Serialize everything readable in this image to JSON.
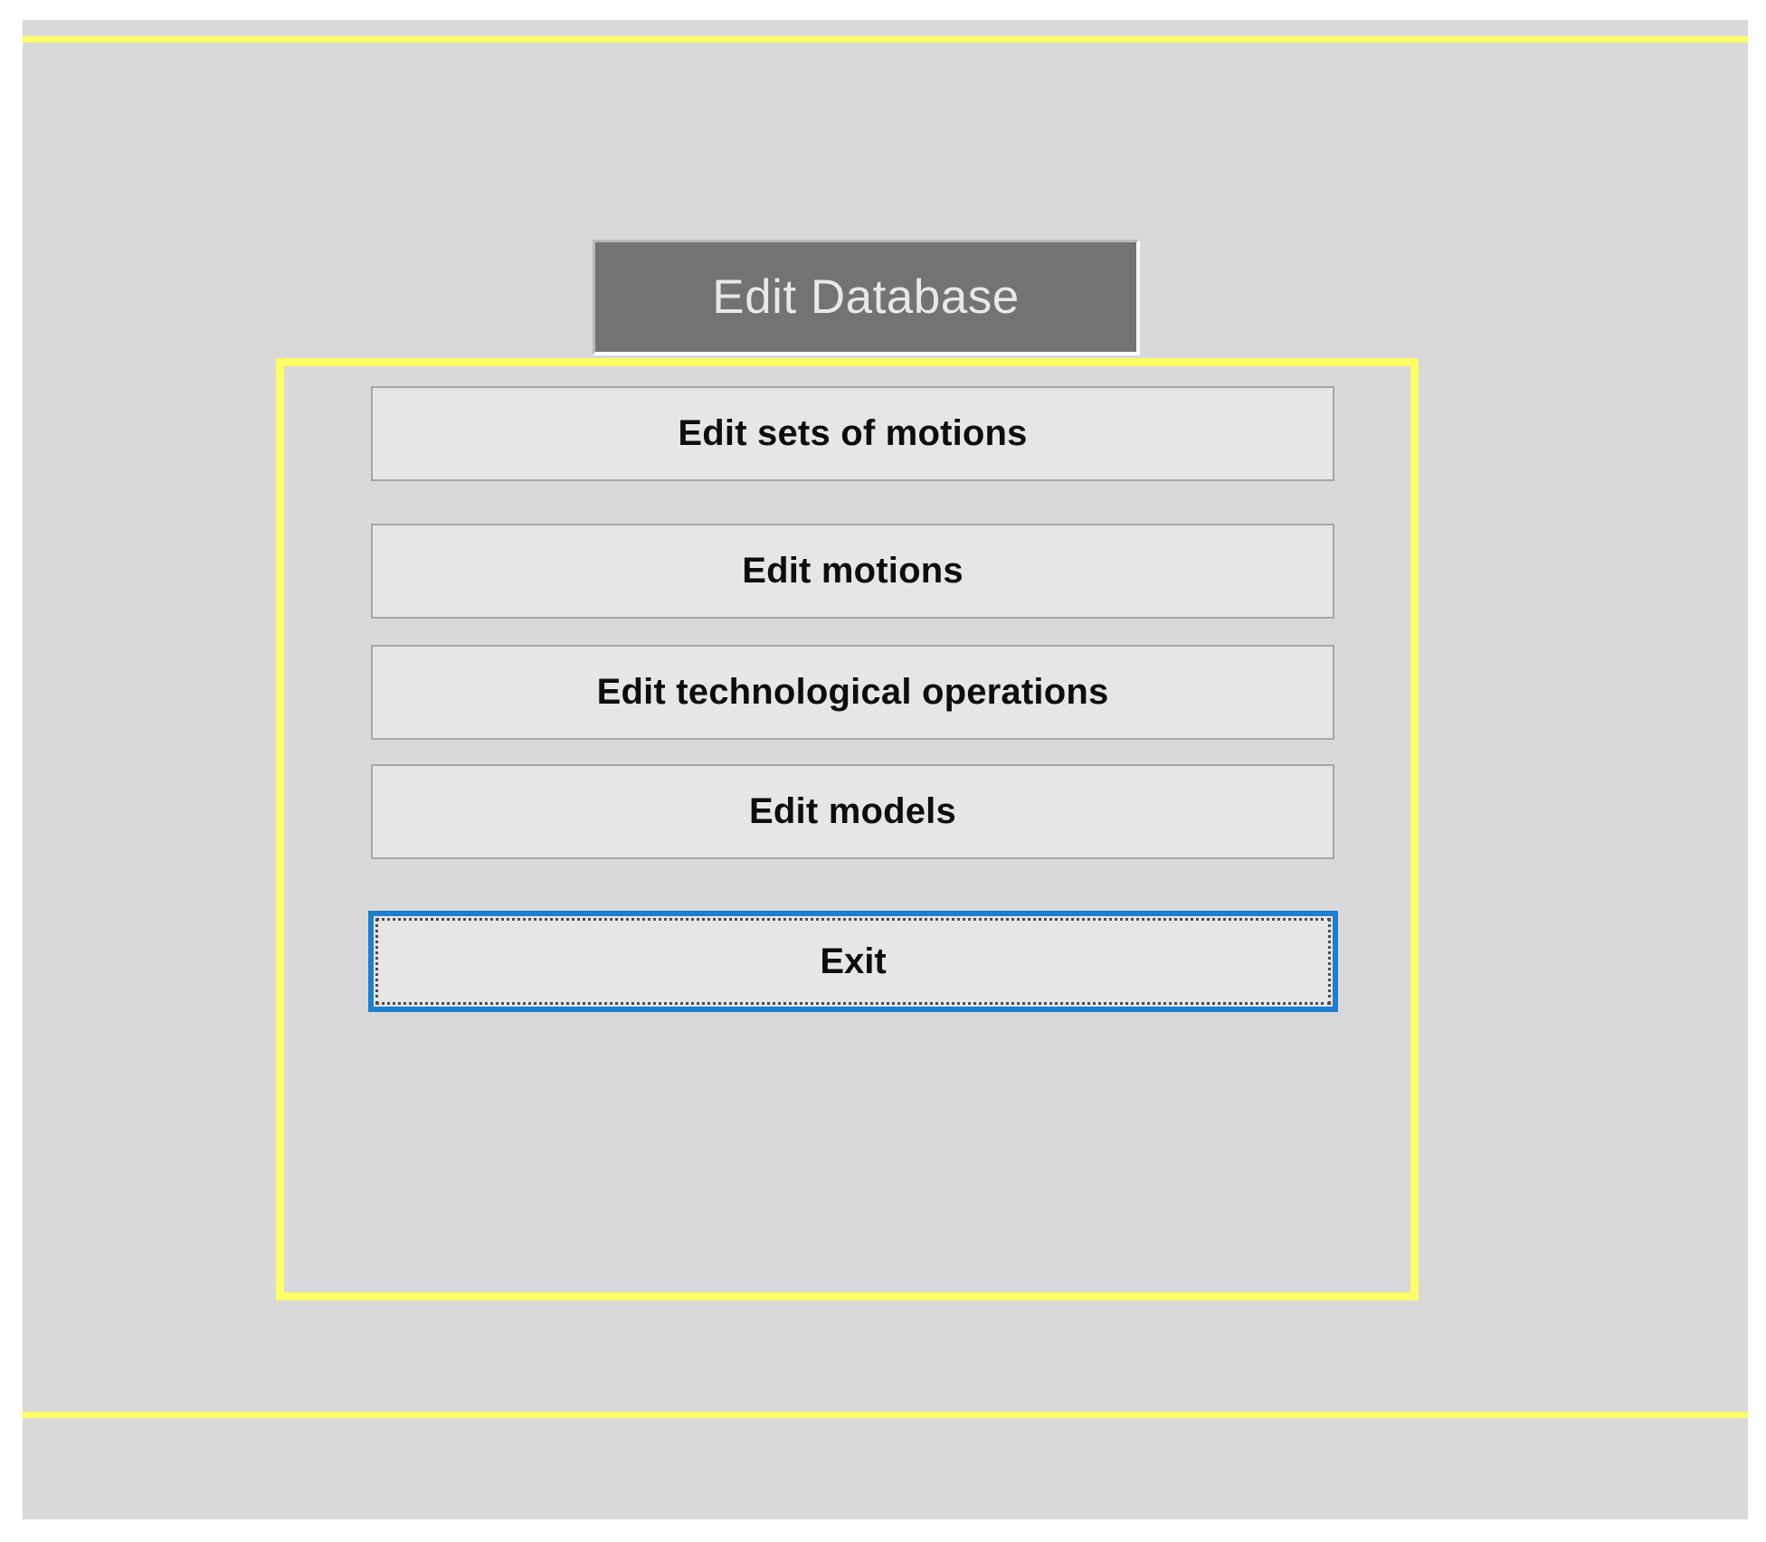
{
  "window": {
    "title": "Edit Database",
    "background_color": "#d9d9d9",
    "accent_color": "#ffff66",
    "header_color": "#737373",
    "focus_color": "#1c7fd0"
  },
  "panel": {
    "border_color": "#ffff66",
    "buttons": [
      {
        "label": "Edit sets of motions"
      },
      {
        "label": "Edit motions"
      },
      {
        "label": "Edit technological operations"
      },
      {
        "label": "Edit models"
      }
    ],
    "exit_button": {
      "label": "Exit",
      "focused": true
    }
  }
}
